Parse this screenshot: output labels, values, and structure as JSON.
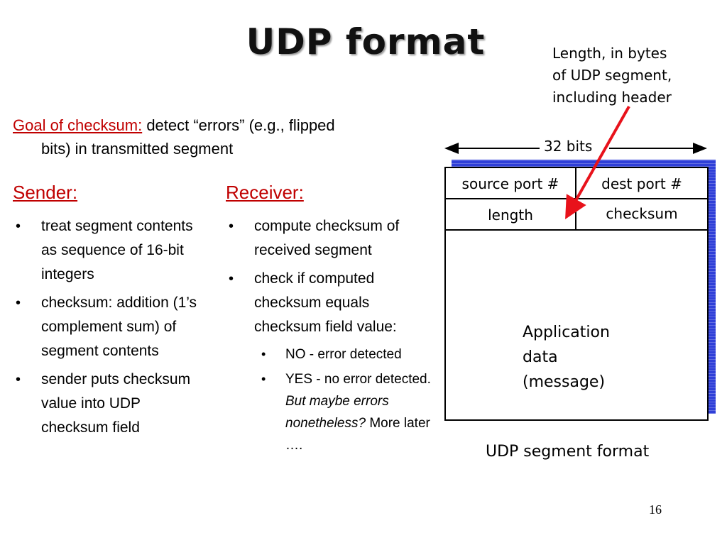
{
  "title": "UDP format",
  "callout": {
    "lines": [
      "Length, in bytes",
      "of UDP segment,",
      "including header"
    ]
  },
  "goal": {
    "label": "Goal of checksum:",
    "text_line1": "detect “errors” (e.g., flipped",
    "text_line2": "bits) in transmitted segment"
  },
  "sender": {
    "heading": "Sender:",
    "bullets": [
      "treat segment contents as sequence of 16-bit integers",
      "checksum: addition (1’s complement sum) of segment contents",
      "sender puts checksum value into UDP checksum field"
    ]
  },
  "receiver": {
    "heading": "Receiver:",
    "bullets": [
      "compute checksum of received segment",
      "check if computed checksum equals checksum field value:"
    ],
    "sub_bullets": {
      "no": "NO - error detected",
      "yes_plain": "YES - no error detected.",
      "yes_italic": "But maybe errors nonetheless?",
      "yes_more": "More later …."
    }
  },
  "udp_diagram": {
    "width_label": "32 bits",
    "fields": {
      "source_port": "source port #",
      "dest_port": "dest port #",
      "length": "length",
      "checksum": "checksum"
    },
    "payload": [
      "Application",
      "data",
      "(message)"
    ],
    "caption": "UDP segment format",
    "shadow_color": "#2f3fd8",
    "arrow_color": "#e8121b"
  },
  "page_number": "16",
  "colors": {
    "accent_red": "#c00000"
  }
}
